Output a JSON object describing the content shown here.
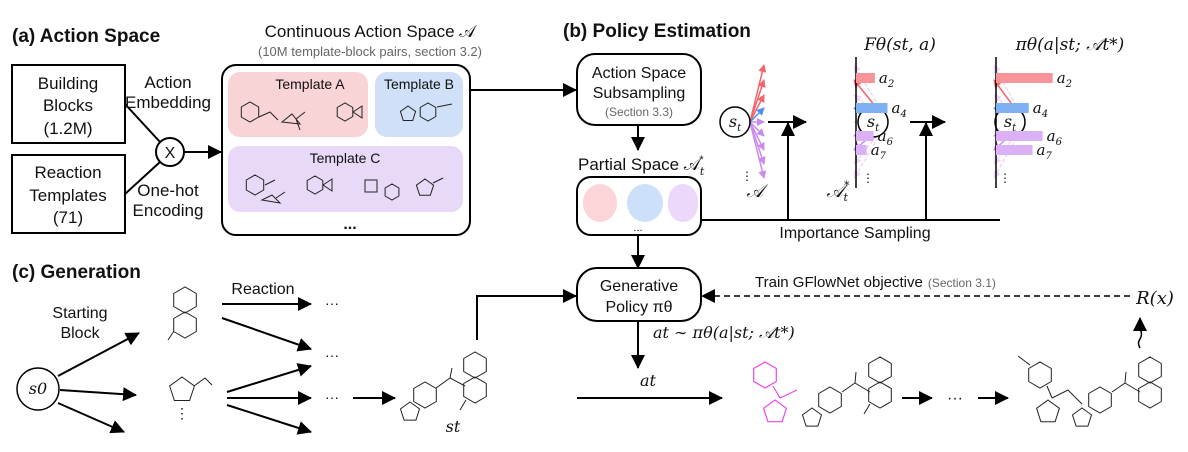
{
  "panel_a": {
    "title": "(a) Action Space",
    "building_blocks": [
      "Building",
      "Blocks",
      "(1.2M)"
    ],
    "reaction_templates": [
      "Reaction",
      "Templates",
      "(71)"
    ],
    "action_embedding": [
      "Action",
      "Embedding"
    ],
    "one_hot": [
      "One-hot",
      "Encoding"
    ],
    "cross_symbol": "X",
    "space_title": "Continuous Action Space 𝒜",
    "space_subtitle": "(10M template-block pairs, section 3.2)",
    "template_a": "Template A",
    "template_b": "Template B",
    "template_c": "Template C",
    "ellipsis": "...",
    "colors": {
      "template_a": "#f9d4d6",
      "template_b": "#cfe0f8",
      "template_c": "#e8d9f8"
    }
  },
  "panel_b": {
    "title": "(b) Policy Estimation",
    "subsampling": [
      "Action Space",
      "Subsampling",
      "(Section 3.3)"
    ],
    "partial_space": "Partial Space 𝒜",
    "partial_space_sub": "t",
    "partial_space_sup": "*",
    "partial_ellipsis": "...",
    "importance_sampling": "Importance Sampling",
    "state": "s",
    "state_sub": "t",
    "full_space": "𝒜",
    "subset_space": "𝒜",
    "flow_label": "Fθ(st, a)",
    "policy_label": "πθ(a|st; 𝒜t*)",
    "actions": [
      "a2",
      "a4",
      "a6",
      "a7"
    ],
    "flow_values": [
      0.3,
      0.5,
      0.28,
      0.17
    ],
    "policy_values": [
      0.9,
      0.52,
      0.74,
      0.58
    ],
    "colors": {
      "red": "#f4646c",
      "blue": "#4a8ef0",
      "purple": "#c98af2",
      "red_bar": "#f6949a",
      "blue_bar": "#7fb0f2",
      "purple_bar": "#dcb0f4"
    }
  },
  "panel_c": {
    "title": "(c) Generation",
    "s0": "s0",
    "starting_block": [
      "Starting",
      "Block"
    ],
    "reaction": "Reaction",
    "dots": "···",
    "st_label": "st",
    "generative_policy": [
      "Generative",
      "Policy πθ"
    ],
    "train_objective": "Train GFlowNet objective",
    "train_section": "(Section 3.1)",
    "reward": "R(x)",
    "sampling": "at ∼ πθ(a|st; 𝒜t*)",
    "action": "at"
  }
}
